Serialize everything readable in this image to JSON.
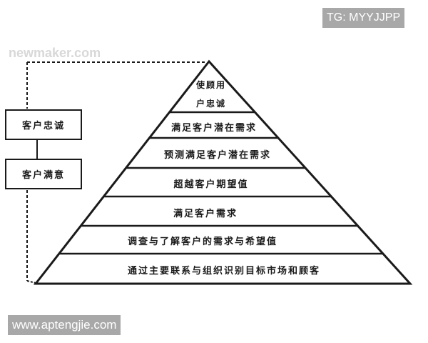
{
  "diagram": {
    "type": "pyramid",
    "layers_top_to_bottom": [
      {
        "line1": "使顾用",
        "line2": "户忠诚"
      },
      {
        "label": "满足客户潜在需求"
      },
      {
        "label": "预测满足客户潜在需求"
      },
      {
        "label": "超越客户期望值"
      },
      {
        "label": "满足客户需求"
      },
      {
        "label": "调查与了解客户的需求与希望值"
      },
      {
        "label": "通过主要联系与组织识别目标市场和顾客"
      }
    ],
    "side_boxes": [
      {
        "label": "客户忠诚"
      },
      {
        "label": "客户满意"
      }
    ]
  },
  "watermarks": {
    "top_right": "TG: MYYJJPP",
    "bottom_left": "www.aptengjie.com",
    "faint": "newmaker.com"
  },
  "colors": {
    "line": "#1a1a1a",
    "tag_bg": "#a8a8a8",
    "tag_text": "#ffffff"
  }
}
